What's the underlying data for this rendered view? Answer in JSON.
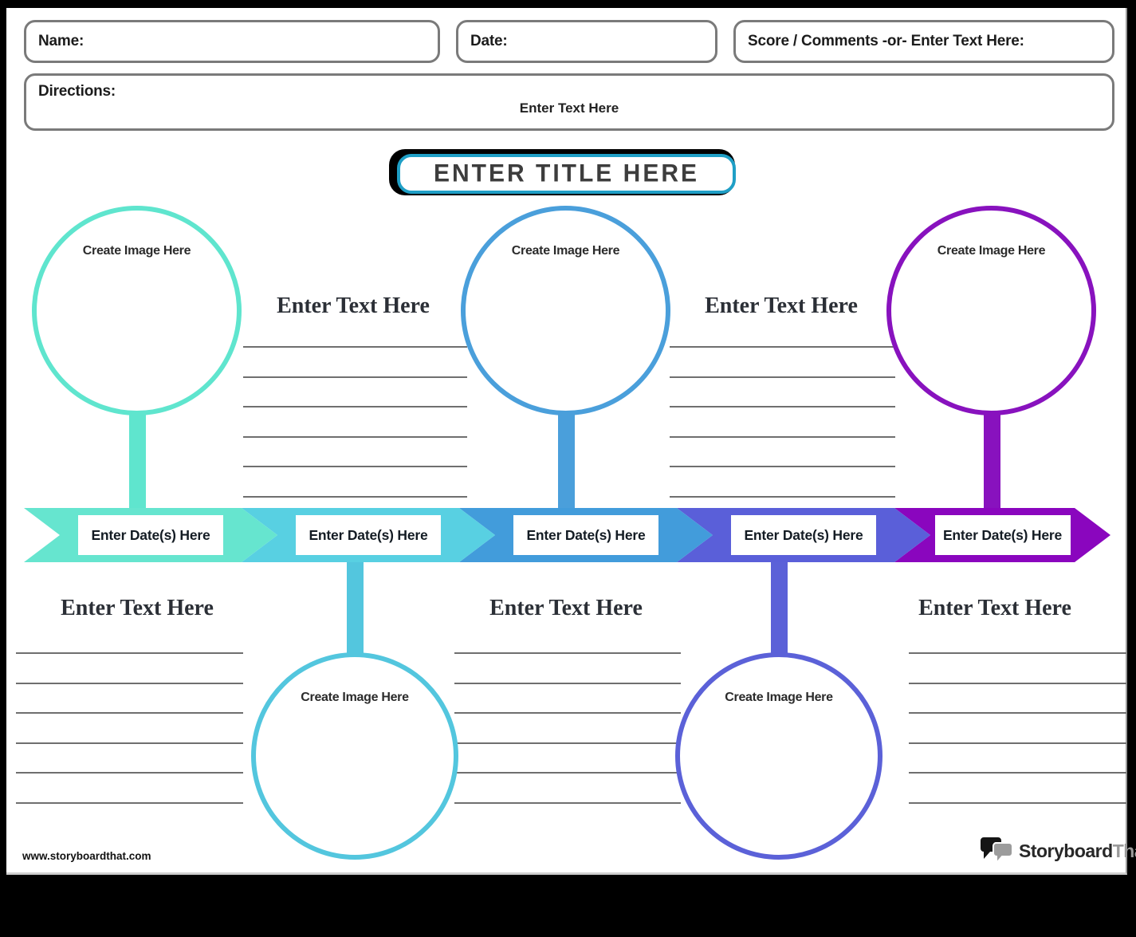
{
  "header": {
    "name_label": "Name:",
    "date_label": "Date:",
    "score_label": "Score / Comments -or- Enter Text Here:",
    "directions_label": "Directions:",
    "directions_placeholder": "Enter Text Here"
  },
  "title": "ENTER TITLE HERE",
  "title_border_color": "#1f9fc6",
  "timeline": {
    "segments": [
      {
        "label": "Enter Date(s) Here",
        "color": "#66e5cf"
      },
      {
        "label": "Enter Date(s) Here",
        "color": "#58d0e2"
      },
      {
        "label": "Enter Date(s) Here",
        "color": "#429cdb"
      },
      {
        "label": "Enter Date(s) Here",
        "color": "#5a5fd9"
      },
      {
        "label": "Enter Date(s) Here",
        "color": "#8a06be"
      }
    ]
  },
  "circles": [
    {
      "label": "Create Image Here",
      "color": "#5fe5ce",
      "position": "above-timeline"
    },
    {
      "label": "Create Image Here",
      "color": "#53c6de",
      "position": "below-timeline"
    },
    {
      "label": "Create Image Here",
      "color": "#4a9fdb",
      "position": "above-timeline"
    },
    {
      "label": "Create Image Here",
      "color": "#5b61d8",
      "position": "below-timeline"
    },
    {
      "label": "Create Image Here",
      "color": "#8812be",
      "position": "above-timeline"
    }
  ],
  "text_sections": [
    {
      "heading": "Enter Text Here",
      "position": "below-timeline"
    },
    {
      "heading": "Enter Text Here",
      "position": "above-timeline"
    },
    {
      "heading": "Enter Text Here",
      "position": "below-timeline"
    },
    {
      "heading": "Enter Text Here",
      "position": "above-timeline"
    },
    {
      "heading": "Enter Text Here",
      "position": "below-timeline"
    }
  ],
  "footer": {
    "website": "www.storyboardthat.com",
    "logo_text_primary": "Storyboard",
    "logo_text_secondary": "That"
  }
}
